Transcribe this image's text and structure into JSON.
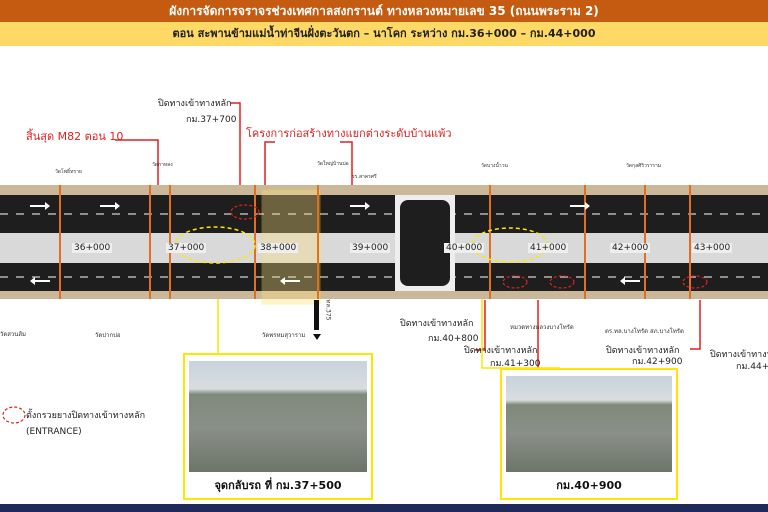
{
  "header": {
    "title": "ผังการจัดการจราจรช่วงเทศกาลสงกรานต์  ทางหลวงหมายเลข 35 (ถนนพระราม 2)",
    "subtitle": "ตอน สะพานข้ามแม่น้ำท่าจีนฝั่งตะวันตก – นาโคก  ระหว่าง กม.36+000 – กม.44+000"
  },
  "annotations": {
    "m82": "สิ้นสุด M82 ตอน 10",
    "close_377": "ปิดทางเข้าทางหลัก",
    "km_377": "กม.37+700",
    "project": "โครงการก่อสร้างทางแยกต่างระดับบ้านแพ้ว",
    "close_408": "ปิดทางเข้าทางหลัก",
    "km_408": "กม.40+800",
    "close_413": "ปิดทางเข้าทางหลัก",
    "km_413": "กม.41+300",
    "close_429": "ปิดทางเข้าทางหลัก",
    "km_429": "กม.42+900",
    "close_443": "ปิดทางเข้าทางห",
    "km_443": "กม.44+3"
  },
  "km_markers": [
    "36+000",
    "37+000",
    "38+000",
    "39+000",
    "40+000",
    "41+000",
    "42+000",
    "43+000"
  ],
  "landmarks": {
    "top": [
      "วัดโพธิ์ทราย",
      "วัดกาหลง",
      "วัดใหญ่บ้านบ่อ",
      "รร.สาครศรี",
      "วัดบางน้ำวน",
      "วัดกุลศิริวราราม"
    ],
    "bottom": [
      "วัดสวนส้ม",
      "วัดปากบ่อ",
      "วัดพรหมสุวาราม",
      "หมวดทางหลวงบางโทรัด",
      "ตร.ทล.บางโทรัด",
      "สภ.บางโทรัด"
    ],
    "road": "ทล.375"
  },
  "legend": {
    "text": "ตั้งกรวยยางปิดทางเข้าทางหลัก",
    "sub": "(ENTRANCE)"
  },
  "photos": [
    {
      "caption": "จุดกลับรถ ที่ กม.37+500"
    },
    {
      "caption": "กม.40+900"
    }
  ],
  "colors": {
    "header": "#c55a11",
    "subheader": "#ffd966",
    "annotation": "#e02020",
    "photo_border": "#ffe600"
  }
}
